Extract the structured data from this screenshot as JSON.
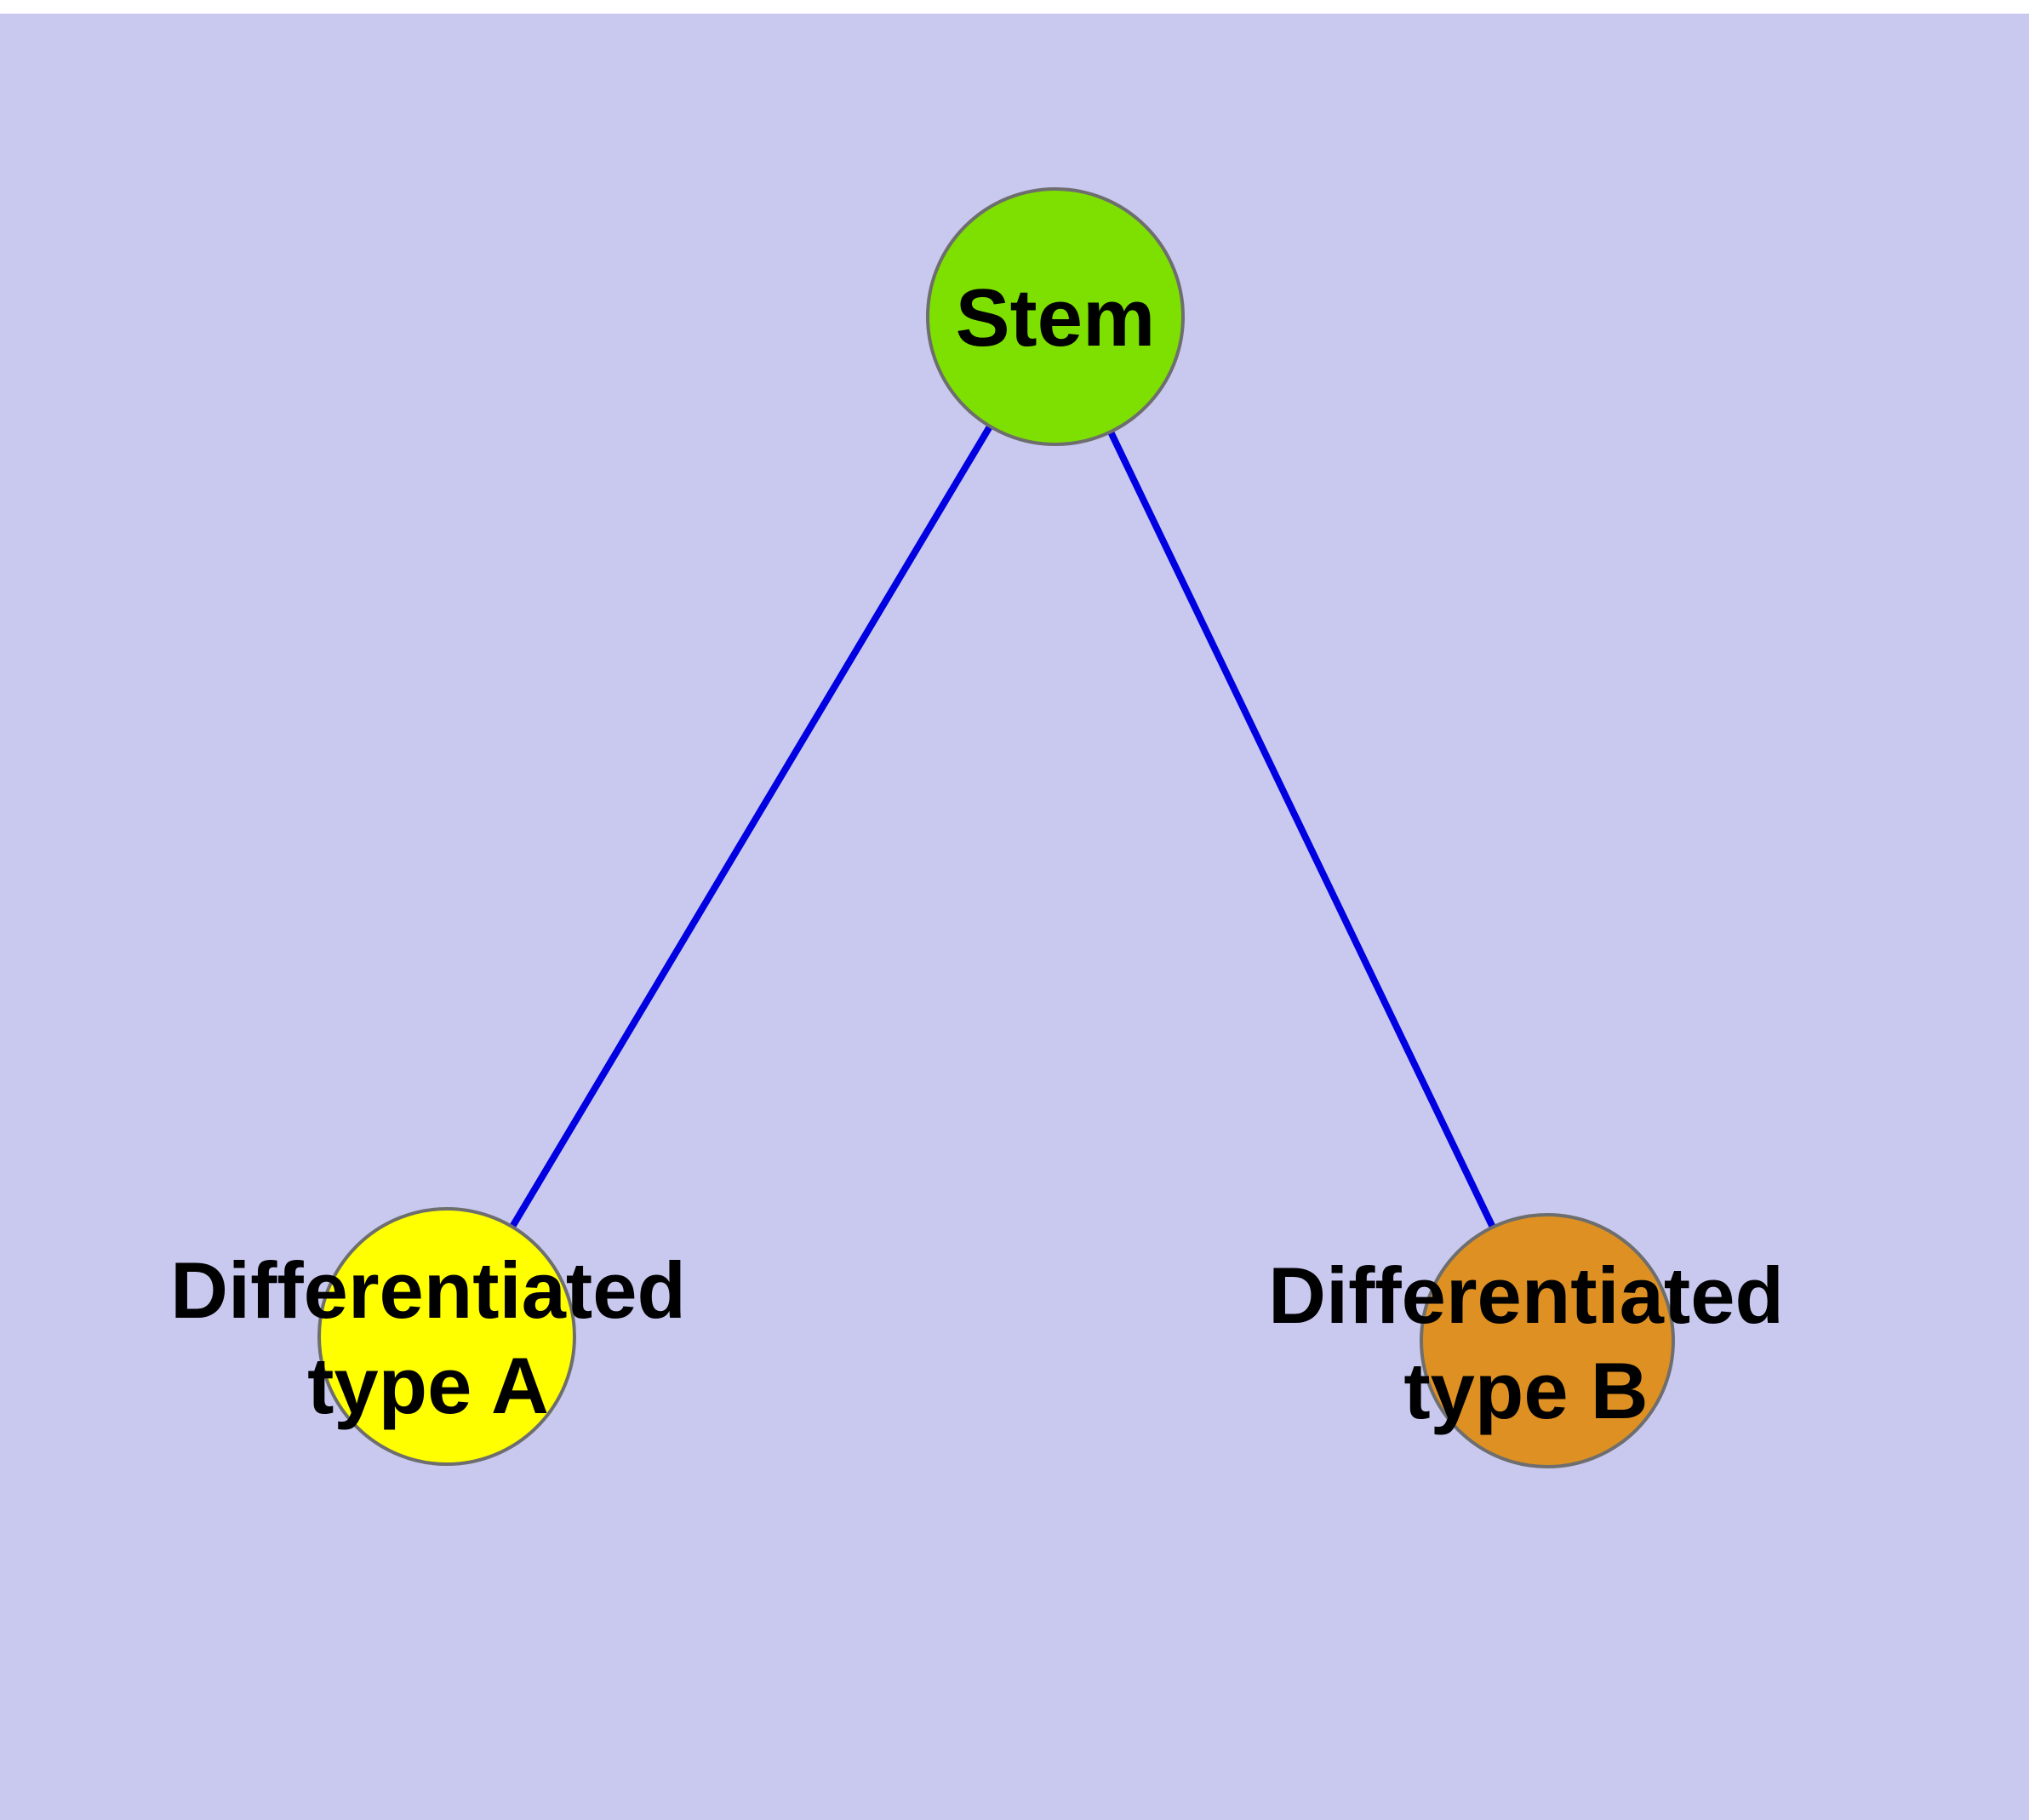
{
  "diagram": {
    "background_color": "#c9c9f0",
    "edge_color": "#0000e0",
    "node_stroke_color": "#6e6e6e",
    "nodes": {
      "stem": {
        "label": "Stem",
        "fill": "#7de000"
      },
      "typeA": {
        "label_line1": "Differentiated",
        "label_line2": "type A",
        "fill": "#ffff00"
      },
      "typeB": {
        "label_line1": "Differentiated",
        "label_line2": "type B",
        "fill": "#de9122"
      }
    },
    "edges": [
      {
        "from": "Stem",
        "to": "Differentiated type A"
      },
      {
        "from": "Stem",
        "to": "Differentiated type B"
      }
    ]
  }
}
